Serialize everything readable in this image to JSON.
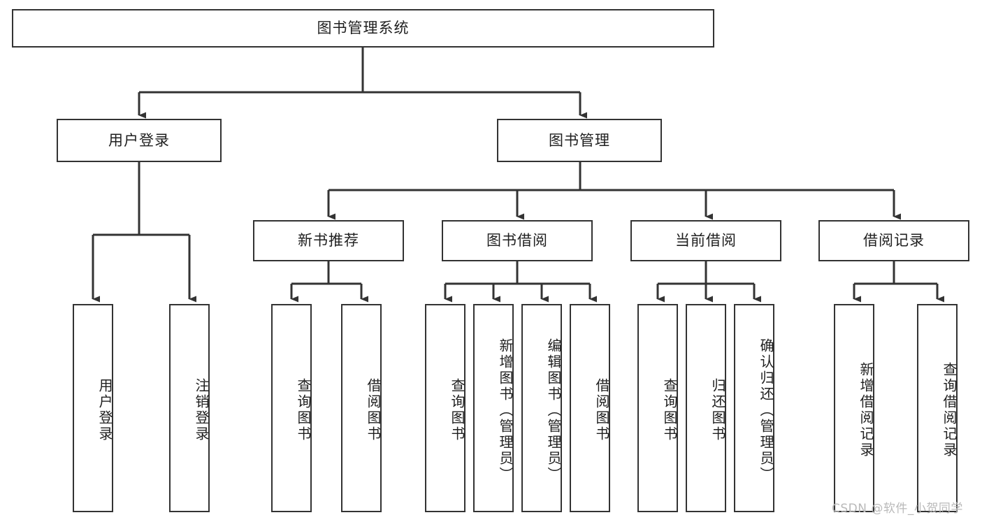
{
  "diagram": {
    "title": "图书管理系统",
    "type": "tree-hierarchy-chart",
    "orientation": "top-down",
    "colors": {
      "box_border": "#333333",
      "box_fill": "#ffffff",
      "connector": "#333333",
      "text": "#1f1f1f",
      "watermark": "#b9b9b9"
    },
    "watermark": "CSDN @软件_小贺同学",
    "levels": {
      "root": {
        "label": "图书管理系统"
      },
      "level2": [
        {
          "id": "user-login",
          "label": "用户登录"
        },
        {
          "id": "book-management",
          "label": "图书管理"
        }
      ],
      "level3": [
        {
          "id": "new-book-recommend",
          "label": "新书推荐",
          "parent": "book-management"
        },
        {
          "id": "book-borrow",
          "label": "图书借阅",
          "parent": "book-management"
        },
        {
          "id": "current-borrow",
          "label": "当前借阅",
          "parent": "book-management"
        },
        {
          "id": "borrow-record",
          "label": "借阅记录",
          "parent": "book-management"
        }
      ],
      "leaves": [
        {
          "id": "leaf-user-login",
          "label": "用户登录",
          "parent": "user-login"
        },
        {
          "id": "leaf-logout-login",
          "label": "注销登录",
          "parent": "user-login"
        },
        {
          "id": "leaf-query-book-1",
          "label": "查询图书",
          "parent": "new-book-recommend"
        },
        {
          "id": "leaf-borrow-book-1",
          "label": "借阅图书",
          "parent": "new-book-recommend"
        },
        {
          "id": "leaf-query-book-2",
          "label": "查询图书",
          "parent": "book-borrow"
        },
        {
          "id": "leaf-add-book",
          "label": "新增图书（管理员）",
          "parent": "book-borrow"
        },
        {
          "id": "leaf-edit-book",
          "label": "编辑图书（管理员）",
          "parent": "book-borrow"
        },
        {
          "id": "leaf-borrow-book-2",
          "label": "借阅图书",
          "parent": "book-borrow"
        },
        {
          "id": "leaf-query-book-3",
          "label": "查询图书",
          "parent": "current-borrow"
        },
        {
          "id": "leaf-return-book",
          "label": "归还图书",
          "parent": "current-borrow"
        },
        {
          "id": "leaf-confirm-return",
          "label": "确认归还（管理员）",
          "parent": "current-borrow"
        },
        {
          "id": "leaf-add-record",
          "label": "新增借阅记录",
          "parent": "borrow-record"
        },
        {
          "id": "leaf-query-record",
          "label": "查询借阅记录",
          "parent": "borrow-record"
        }
      ]
    }
  }
}
